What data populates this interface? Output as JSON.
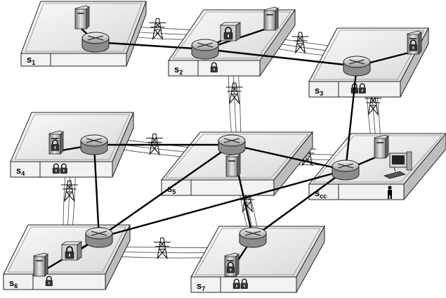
{
  "stations": [
    {
      "id": "s1",
      "label": "s",
      "sub": "1",
      "locks": 0
    },
    {
      "id": "s2",
      "label": "s",
      "sub": "2",
      "locks": 1
    },
    {
      "id": "s3",
      "label": "s",
      "sub": "3",
      "locks": 2
    },
    {
      "id": "s4",
      "label": "s",
      "sub": "4",
      "locks": 2
    },
    {
      "id": "s5",
      "label": "s",
      "sub": "5",
      "locks": 0
    },
    {
      "id": "scc",
      "label": "s",
      "sub": "cc",
      "locks": 0,
      "has_operator": true,
      "has_workstation": true
    },
    {
      "id": "s6",
      "label": "s",
      "sub": "6",
      "locks": 1
    },
    {
      "id": "s7",
      "label": "s",
      "sub": "7",
      "locks": 2
    }
  ],
  "links": [
    [
      "s1",
      "s2"
    ],
    [
      "s2",
      "s3"
    ],
    [
      "s3",
      "scc"
    ],
    [
      "s4",
      "s5"
    ],
    [
      "s4",
      "s6"
    ],
    [
      "s5",
      "scc"
    ],
    [
      "s5",
      "s6"
    ],
    [
      "s5",
      "s7"
    ],
    [
      "s6",
      "scc"
    ],
    [
      "s7",
      "scc"
    ]
  ],
  "power_lines": [
    [
      "s1",
      "s2"
    ],
    [
      "s2",
      "s3"
    ],
    [
      "s2",
      "s5"
    ],
    [
      "s3",
      "scc"
    ],
    [
      "s4",
      "s5"
    ],
    [
      "s5",
      "scc"
    ],
    [
      "s4",
      "s6"
    ],
    [
      "s5",
      "s7"
    ],
    [
      "s6",
      "s7"
    ]
  ],
  "icons": {
    "router": "router-icon",
    "server": "server-icon",
    "locked_server": "locked-server-icon",
    "lock": "padlock-icon",
    "tower": "transmission-tower-icon",
    "workstation": "workstation-icon",
    "operator": "operator-icon"
  }
}
